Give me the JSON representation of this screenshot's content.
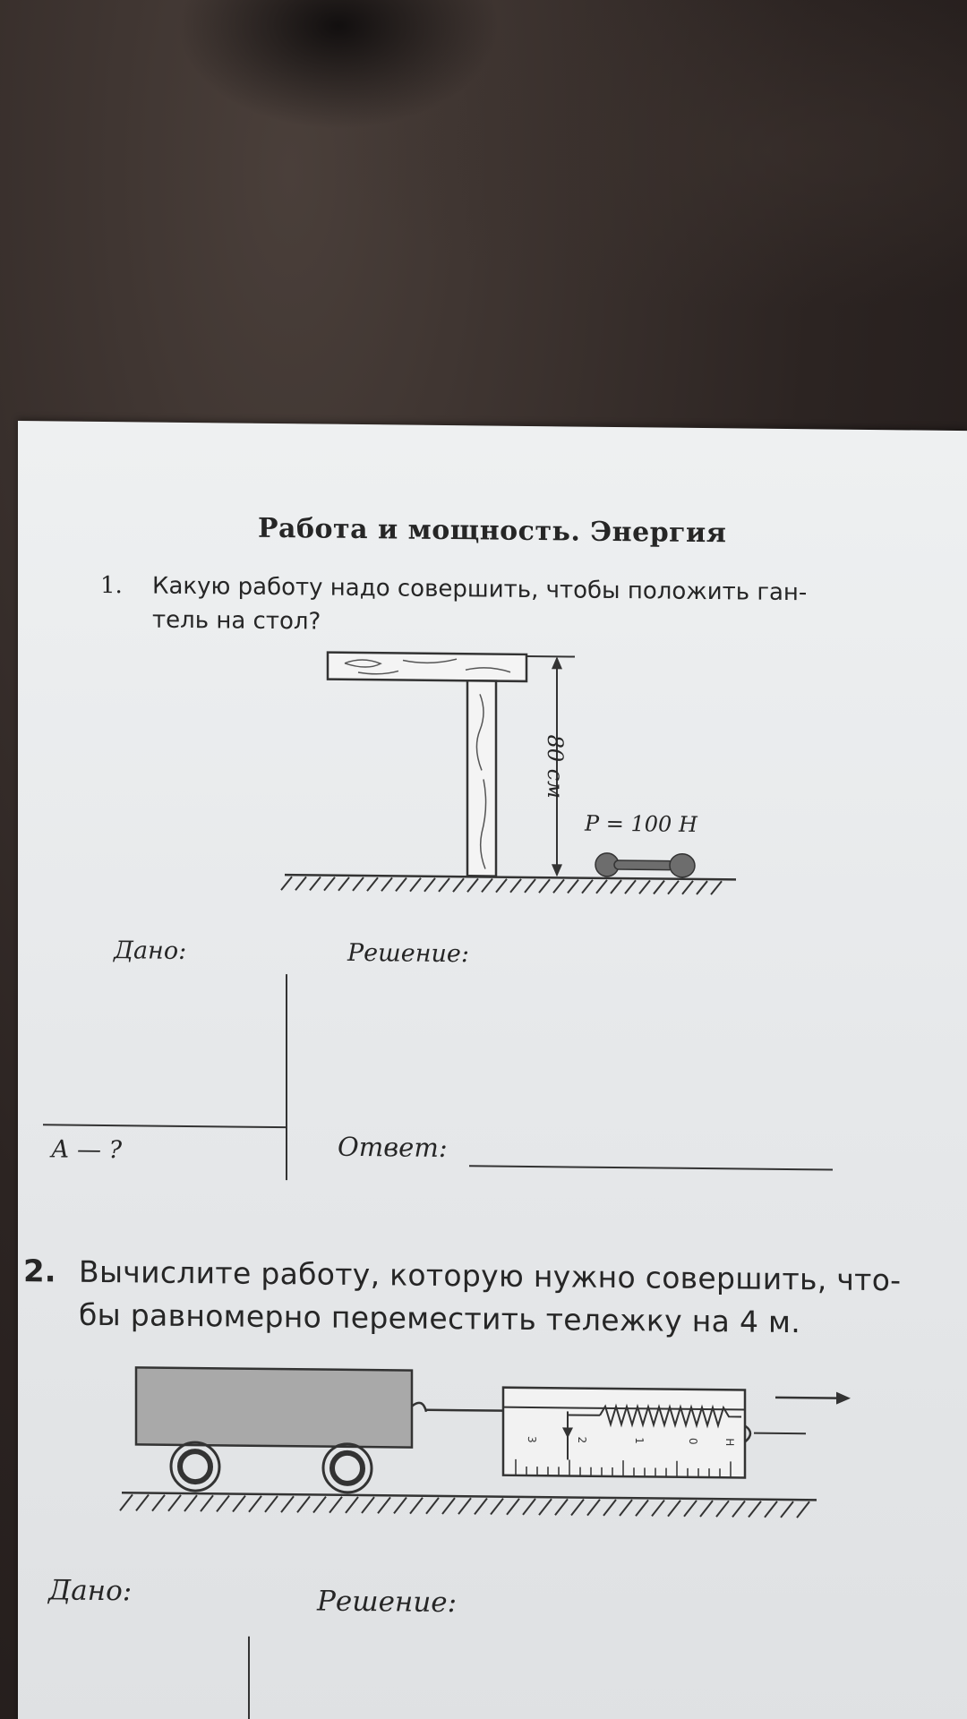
{
  "page": {
    "section_title": "Работа и мощность. Энергия"
  },
  "task1": {
    "number": "1.",
    "question_line1": "Какую работу надо совершить, чтобы положить ган-",
    "question_line2": "тель на стол?",
    "height_label": "80 см",
    "weight_label": "Р = 100 Н",
    "given_label": "Дано:",
    "solution_label": "Решение:",
    "find_label": "А — ?",
    "answer_label": "Ответ:"
  },
  "task2": {
    "number": "2.",
    "question_line1": "Вычислите работу, которую нужно совершить, что-",
    "question_line2": "бы равномерно переместить тележку на 4 м.",
    "dynamometer_scale": [
      "3",
      "2",
      "1",
      "0"
    ],
    "dynamometer_unit": "Н",
    "given_label": "Дано:",
    "solution_label": "Решение:"
  },
  "colors": {
    "ink": "#262626",
    "paper": "#e8eaec",
    "cart_fill": "#a9a9a9"
  }
}
